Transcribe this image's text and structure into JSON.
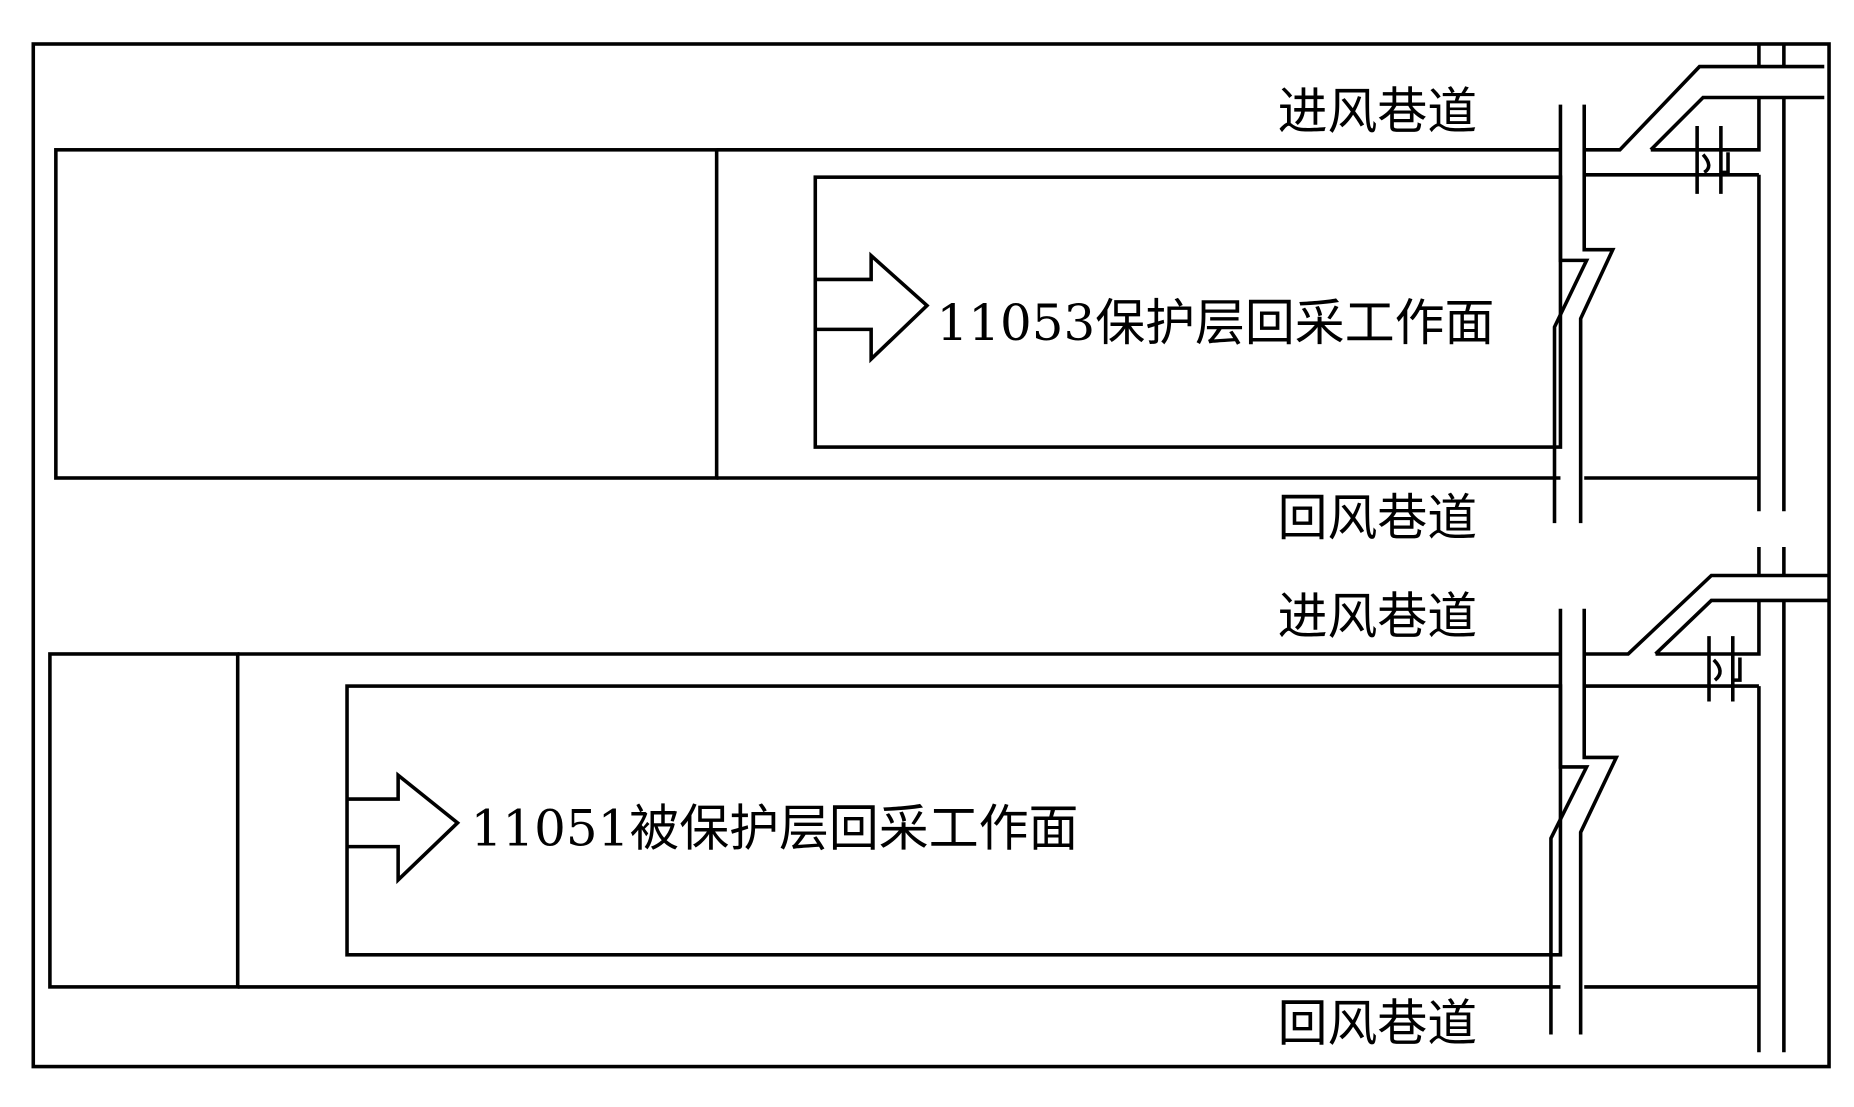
{
  "diagram": {
    "upper_panel": {
      "intake_label": "进风巷道",
      "return_label": "回风巷道",
      "face_label": "11053保护层回采工作面"
    },
    "lower_panel": {
      "intake_label": "进风巷道",
      "return_label": "回风巷道",
      "face_label": "11051被保护层回采工作面"
    },
    "colors": {
      "line": "#000000",
      "background": "#ffffff"
    }
  }
}
